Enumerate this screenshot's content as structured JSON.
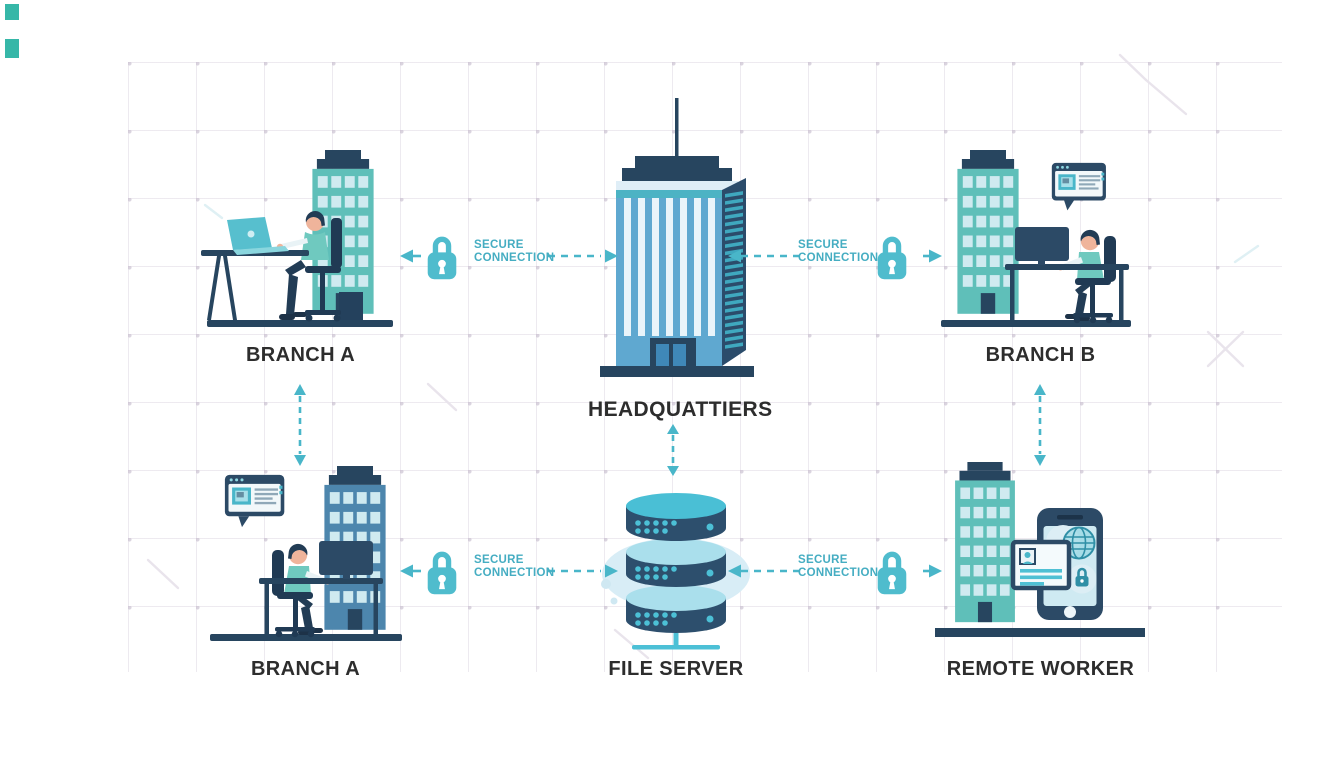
{
  "diagram": {
    "nodes": [
      {
        "id": "branch-a-top",
        "label": "BRANCH A"
      },
      {
        "id": "headquarters",
        "label": "HEADQUATTIERS"
      },
      {
        "id": "branch-b",
        "label": "BRANCH B"
      },
      {
        "id": "branch-a-bottom",
        "label": "BRANCH A"
      },
      {
        "id": "file-server",
        "label": "FILE SERVER"
      },
      {
        "id": "remote-worker",
        "label": "REMOTE WORKER"
      }
    ],
    "secure_label": {
      "line1": "SECURE",
      "line2": "CONNECTION",
      "full": "SECURE CONNECTION"
    },
    "connections": [
      {
        "from": "BRANCH A",
        "to": "HEADQUATTIERS",
        "label": "SECURE CONNECTION",
        "style": "dashed-double-arrow-with-padlock"
      },
      {
        "from": "HEADQUATTIERS",
        "to": "BRANCH B",
        "label": "SECURE CONNECTION",
        "style": "dashed-double-arrow-with-padlock"
      },
      {
        "from": "BRANCH A",
        "to": "FILE SERVER",
        "label": "SECURE CONNECTION",
        "style": "dashed-double-arrow-with-padlock"
      },
      {
        "from": "FILE SERVER",
        "to": "REMOTE WORKER",
        "label": "SECURE CONNECTION",
        "style": "dashed-double-arrow-with-padlock"
      },
      {
        "from": "BRANCH A",
        "to": "BRANCH A",
        "style": "vertical-dashed-double-arrow"
      },
      {
        "from": "HEADQUATTIERS",
        "to": "FILE SERVER",
        "style": "vertical-dashed-double-arrow"
      },
      {
        "from": "BRANCH B",
        "to": "REMOTE WORKER",
        "style": "vertical-dashed-double-arrow"
      }
    ],
    "icons": {
      "lock_icon": "padlock",
      "connection_arrow": "dashed-double-arrow",
      "building_icon": "office-building",
      "server_icon": "stacked-database-server",
      "smartphone_icon": "smartphone",
      "globe_icon": "wireframe-globe",
      "id_card_icon": "id-card",
      "chat_window_icon": "browser-chat-window",
      "person_icon": "worker-at-desk"
    },
    "colors": {
      "teal_accent": "#49b6c9",
      "padlock_teal": "#4fbccd",
      "building_teal": "#5fbfb9",
      "building_steel_blue": "#4d86ad",
      "navy": "#27455f",
      "hq_front_blue": "#5fa8d0",
      "window_light": "#cfeaf0",
      "label_text": "#2d2d2d"
    }
  }
}
